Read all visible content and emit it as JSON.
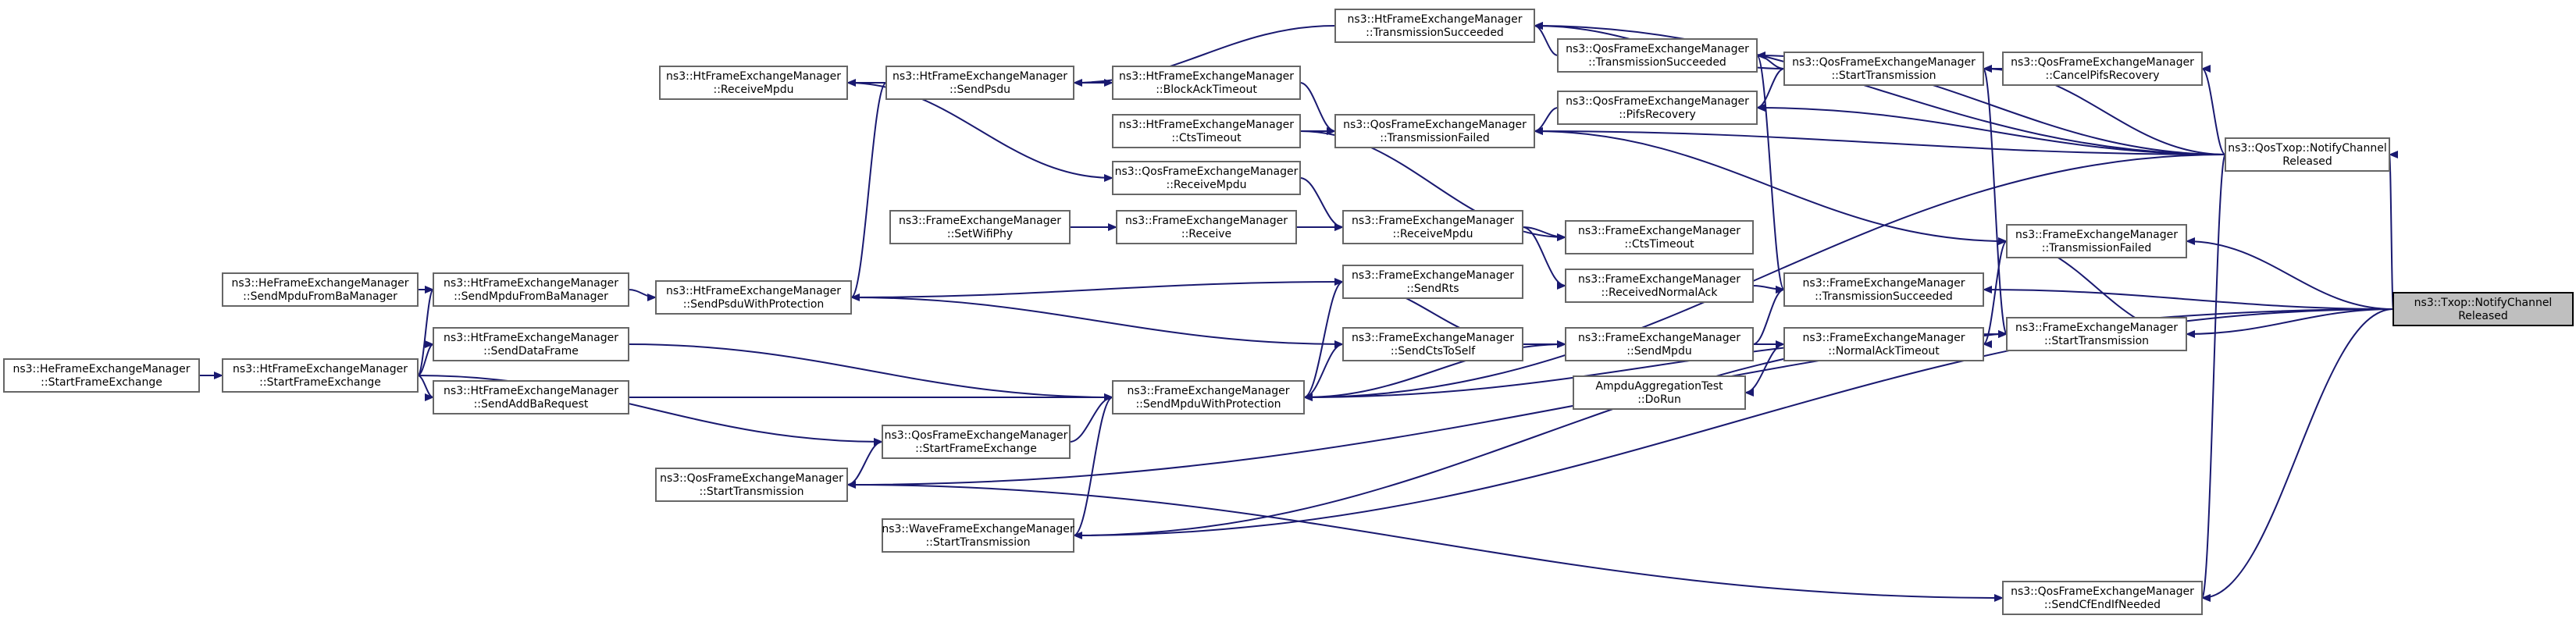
{
  "diagram": {
    "type": "call-graph",
    "edge_color": "#191970",
    "root_fill": "#bfbfbf",
    "nodes": [
      {
        "id": "root",
        "lines": [
          "ns3::Txop::NotifyChannel",
          "Released"
        ],
        "root": true
      },
      {
        "id": "qostxop_ncr",
        "lines": [
          "ns3::QosTxop::NotifyChannel",
          "Released"
        ]
      },
      {
        "id": "qfem_cancel",
        "lines": [
          "ns3::QosFrameExchangeManager",
          "::CancelPifsRecovery"
        ]
      },
      {
        "id": "qfem_start",
        "lines": [
          "ns3::QosFrameExchangeManager",
          "::StartTransmission"
        ]
      },
      {
        "id": "qfem_ts",
        "lines": [
          "ns3::QosFrameExchangeManager",
          "::TransmissionSucceeded"
        ]
      },
      {
        "id": "htfem_ts",
        "lines": [
          "ns3::HtFrameExchangeManager",
          "::TransmissionSucceeded"
        ]
      },
      {
        "id": "htfem_sendpsdu",
        "lines": [
          "ns3::HtFrameExchangeManager",
          "::SendPsdu"
        ]
      },
      {
        "id": "htfem_recvmpdu",
        "lines": [
          "ns3::HtFrameExchangeManager",
          "::ReceiveMpdu"
        ]
      },
      {
        "id": "htfem_blockack",
        "lines": [
          "ns3::HtFrameExchangeManager",
          "::BlockAckTimeout"
        ]
      },
      {
        "id": "htfem_ctstimeout",
        "lines": [
          "ns3::HtFrameExchangeManager",
          "::CtsTimeout"
        ]
      },
      {
        "id": "qfem_pifs",
        "lines": [
          "ns3::QosFrameExchangeManager",
          "::PifsRecovery"
        ]
      },
      {
        "id": "qfem_tf",
        "lines": [
          "ns3::QosFrameExchangeManager",
          "::TransmissionFailed"
        ]
      },
      {
        "id": "qfem_recvmpdu",
        "lines": [
          "ns3::QosFrameExchangeManager",
          "::ReceiveMpdu"
        ]
      },
      {
        "id": "fem_setwifiphy",
        "lines": [
          "ns3::FrameExchangeManager",
          "::SetWifiPhy"
        ]
      },
      {
        "id": "fem_receive",
        "lines": [
          "ns3::FrameExchangeManager",
          "::Receive"
        ]
      },
      {
        "id": "fem_recvmpdu",
        "lines": [
          "ns3::FrameExchangeManager",
          "::ReceiveMpdu"
        ]
      },
      {
        "id": "fem_ctstimeout",
        "lines": [
          "ns3::FrameExchangeManager",
          "::CtsTimeout"
        ]
      },
      {
        "id": "fem_tf",
        "lines": [
          "ns3::FrameExchangeManager",
          "::TransmissionFailed"
        ]
      },
      {
        "id": "hefem_sendmpdu",
        "lines": [
          "ns3::HeFrameExchangeManager",
          "::SendMpduFromBaManager"
        ]
      },
      {
        "id": "htfem_sendmpdu_ba",
        "lines": [
          "ns3::HtFrameExchangeManager",
          "::SendMpduFromBaManager"
        ]
      },
      {
        "id": "htfem_sendpsdu_prot",
        "lines": [
          "ns3::HtFrameExchangeManager",
          "::SendPsduWithProtection"
        ]
      },
      {
        "id": "fem_sendrts",
        "lines": [
          "ns3::FrameExchangeManager",
          "::SendRts"
        ]
      },
      {
        "id": "fem_rna",
        "lines": [
          "ns3::FrameExchangeManager",
          "::ReceivedNormalAck"
        ]
      },
      {
        "id": "fem_ts",
        "lines": [
          "ns3::FrameExchangeManager",
          "::TransmissionSucceeded"
        ]
      },
      {
        "id": "fem_start",
        "lines": [
          "ns3::FrameExchangeManager",
          "::StartTransmission"
        ]
      },
      {
        "id": "hefem_sfe",
        "lines": [
          "ns3::HeFrameExchangeManager",
          "::StartFrameExchange"
        ]
      },
      {
        "id": "htfem_sfe",
        "lines": [
          "ns3::HtFrameExchangeManager",
          "::StartFrameExchange"
        ]
      },
      {
        "id": "htfem_senddata",
        "lines": [
          "ns3::HtFrameExchangeManager",
          "::SendDataFrame"
        ]
      },
      {
        "id": "fem_sendcts",
        "lines": [
          "ns3::FrameExchangeManager",
          "::SendCtsToSelf"
        ]
      },
      {
        "id": "fem_sendmpdu",
        "lines": [
          "ns3::FrameExchangeManager",
          "::SendMpdu"
        ]
      },
      {
        "id": "fem_nat",
        "lines": [
          "ns3::FrameExchangeManager",
          "::NormalAckTimeout"
        ]
      },
      {
        "id": "htfem_addba",
        "lines": [
          "ns3::HtFrameExchangeManager",
          "::SendAddBaRequest"
        ]
      },
      {
        "id": "fem_sendmpdu_prot",
        "lines": [
          "ns3::FrameExchangeManager",
          "::SendMpduWithProtection"
        ]
      },
      {
        "id": "ampdu_test",
        "lines": [
          "AmpduAggregationTest",
          "::DoRun"
        ]
      },
      {
        "id": "qfem_sfe",
        "lines": [
          "ns3::QosFrameExchangeManager",
          "::StartFrameExchange"
        ]
      },
      {
        "id": "qfem_start2",
        "lines": [
          "ns3::QosFrameExchangeManager",
          "::StartTransmission"
        ]
      },
      {
        "id": "wave_start",
        "lines": [
          "ns3::WaveFrameExchangeManager",
          "::StartTransmission"
        ]
      },
      {
        "id": "qfem_cfend",
        "lines": [
          "ns3::QosFrameExchangeManager",
          "::SendCfEndIfNeeded"
        ]
      }
    ],
    "edges": [
      [
        "qostxop_ncr",
        "root"
      ],
      [
        "fem_tf",
        "root"
      ],
      [
        "fem_ts",
        "root"
      ],
      [
        "fem_start",
        "root"
      ],
      [
        "qfem_cfend",
        "root"
      ],
      [
        "qfem_start2",
        "root"
      ],
      [
        "wave_start",
        "root"
      ],
      [
        "qfem_cancel",
        "qostxop_ncr"
      ],
      [
        "qfem_start",
        "qostxop_ncr"
      ],
      [
        "qfem_ts",
        "qostxop_ncr"
      ],
      [
        "htfem_ts",
        "qostxop_ncr"
      ],
      [
        "qfem_pifs",
        "qostxop_ncr"
      ],
      [
        "qfem_tf",
        "qostxop_ncr"
      ],
      [
        "qfem_cfend",
        "qostxop_ncr"
      ],
      [
        "fem_sendmpdu_prot",
        "qostxop_ncr"
      ],
      [
        "qfem_start",
        "qfem_cancel"
      ],
      [
        "htfem_ts",
        "qfem_start"
      ],
      [
        "qfem_ts",
        "qfem_start"
      ],
      [
        "qfem_pifs",
        "qfem_start"
      ],
      [
        "htfem_ts",
        "qfem_ts"
      ],
      [
        "fem_ts",
        "qfem_ts"
      ],
      [
        "htfem_sendpsdu",
        "htfem_ts"
      ],
      [
        "htfem_recvmpdu",
        "htfem_sendpsdu"
      ],
      [
        "htfem_blockack",
        "htfem_sendpsdu"
      ],
      [
        "htfem_sendpsdu_prot",
        "htfem_sendpsdu"
      ],
      [
        "qfem_recvmpdu",
        "htfem_recvmpdu"
      ],
      [
        "qfem_tf",
        "htfem_blockack"
      ],
      [
        "qfem_tf",
        "htfem_ctstimeout"
      ],
      [
        "qfem_tf",
        "qfem_pifs"
      ],
      [
        "fem_tf",
        "qfem_tf"
      ],
      [
        "fem_recvmpdu",
        "qfem_recvmpdu"
      ],
      [
        "fem_receive",
        "fem_setwifiphy"
      ],
      [
        "fem_recvmpdu",
        "fem_receive"
      ],
      [
        "fem_ctstimeout",
        "htfem_ctstimeout"
      ],
      [
        "fem_ctstimeout",
        "fem_recvmpdu"
      ],
      [
        "fem_nat",
        "fem_tf"
      ],
      [
        "fem_start",
        "fem_tf"
      ],
      [
        "htfem_sendmpdu_ba",
        "hefem_sendmpdu"
      ],
      [
        "htfem_sendpsdu_prot",
        "htfem_sendmpdu_ba"
      ],
      [
        "fem_sendrts",
        "htfem_sendpsdu_prot"
      ],
      [
        "fem_sendmpdu_prot",
        "fem_sendrts"
      ],
      [
        "fem_rna",
        "fem_recvmpdu"
      ],
      [
        "fem_ts",
        "fem_rna"
      ],
      [
        "fem_ts",
        "fem_sendmpdu"
      ],
      [
        "fem_nat",
        "fem_sendmpdu"
      ],
      [
        "fem_sendmpdu",
        "fem_sendcts"
      ],
      [
        "htfem_sfe",
        "hefem_sfe"
      ],
      [
        "htfem_sendmpdu_ba",
        "htfem_sfe"
      ],
      [
        "htfem_senddata",
        "htfem_sfe"
      ],
      [
        "htfem_addba",
        "htfem_sfe"
      ],
      [
        "qfem_sfe",
        "htfem_sfe"
      ],
      [
        "fem_sendmpdu_prot",
        "htfem_senddata"
      ],
      [
        "fem_sendcts",
        "fem_sendrts"
      ],
      [
        "fem_sendmpdu_prot",
        "fem_sendcts"
      ],
      [
        "fem_sendcts",
        "htfem_sendpsdu_prot"
      ],
      [
        "fem_sendmpdu",
        "fem_sendmpdu_prot"
      ],
      [
        "ampdu_test",
        "fem_nat"
      ],
      [
        "fem_sendmpdu_prot",
        "htfem_addba"
      ],
      [
        "fem_sendmpdu_prot",
        "qfem_sfe"
      ],
      [
        "qfem_sfe",
        "qfem_start2"
      ],
      [
        "fem_sendmpdu_prot",
        "wave_start"
      ],
      [
        "fem_start",
        "fem_sendmpdu_prot"
      ],
      [
        "fem_start",
        "qfem_start"
      ],
      [
        "fem_start",
        "wave_start"
      ],
      [
        "qfem_cfend",
        "qfem_start2"
      ]
    ]
  }
}
